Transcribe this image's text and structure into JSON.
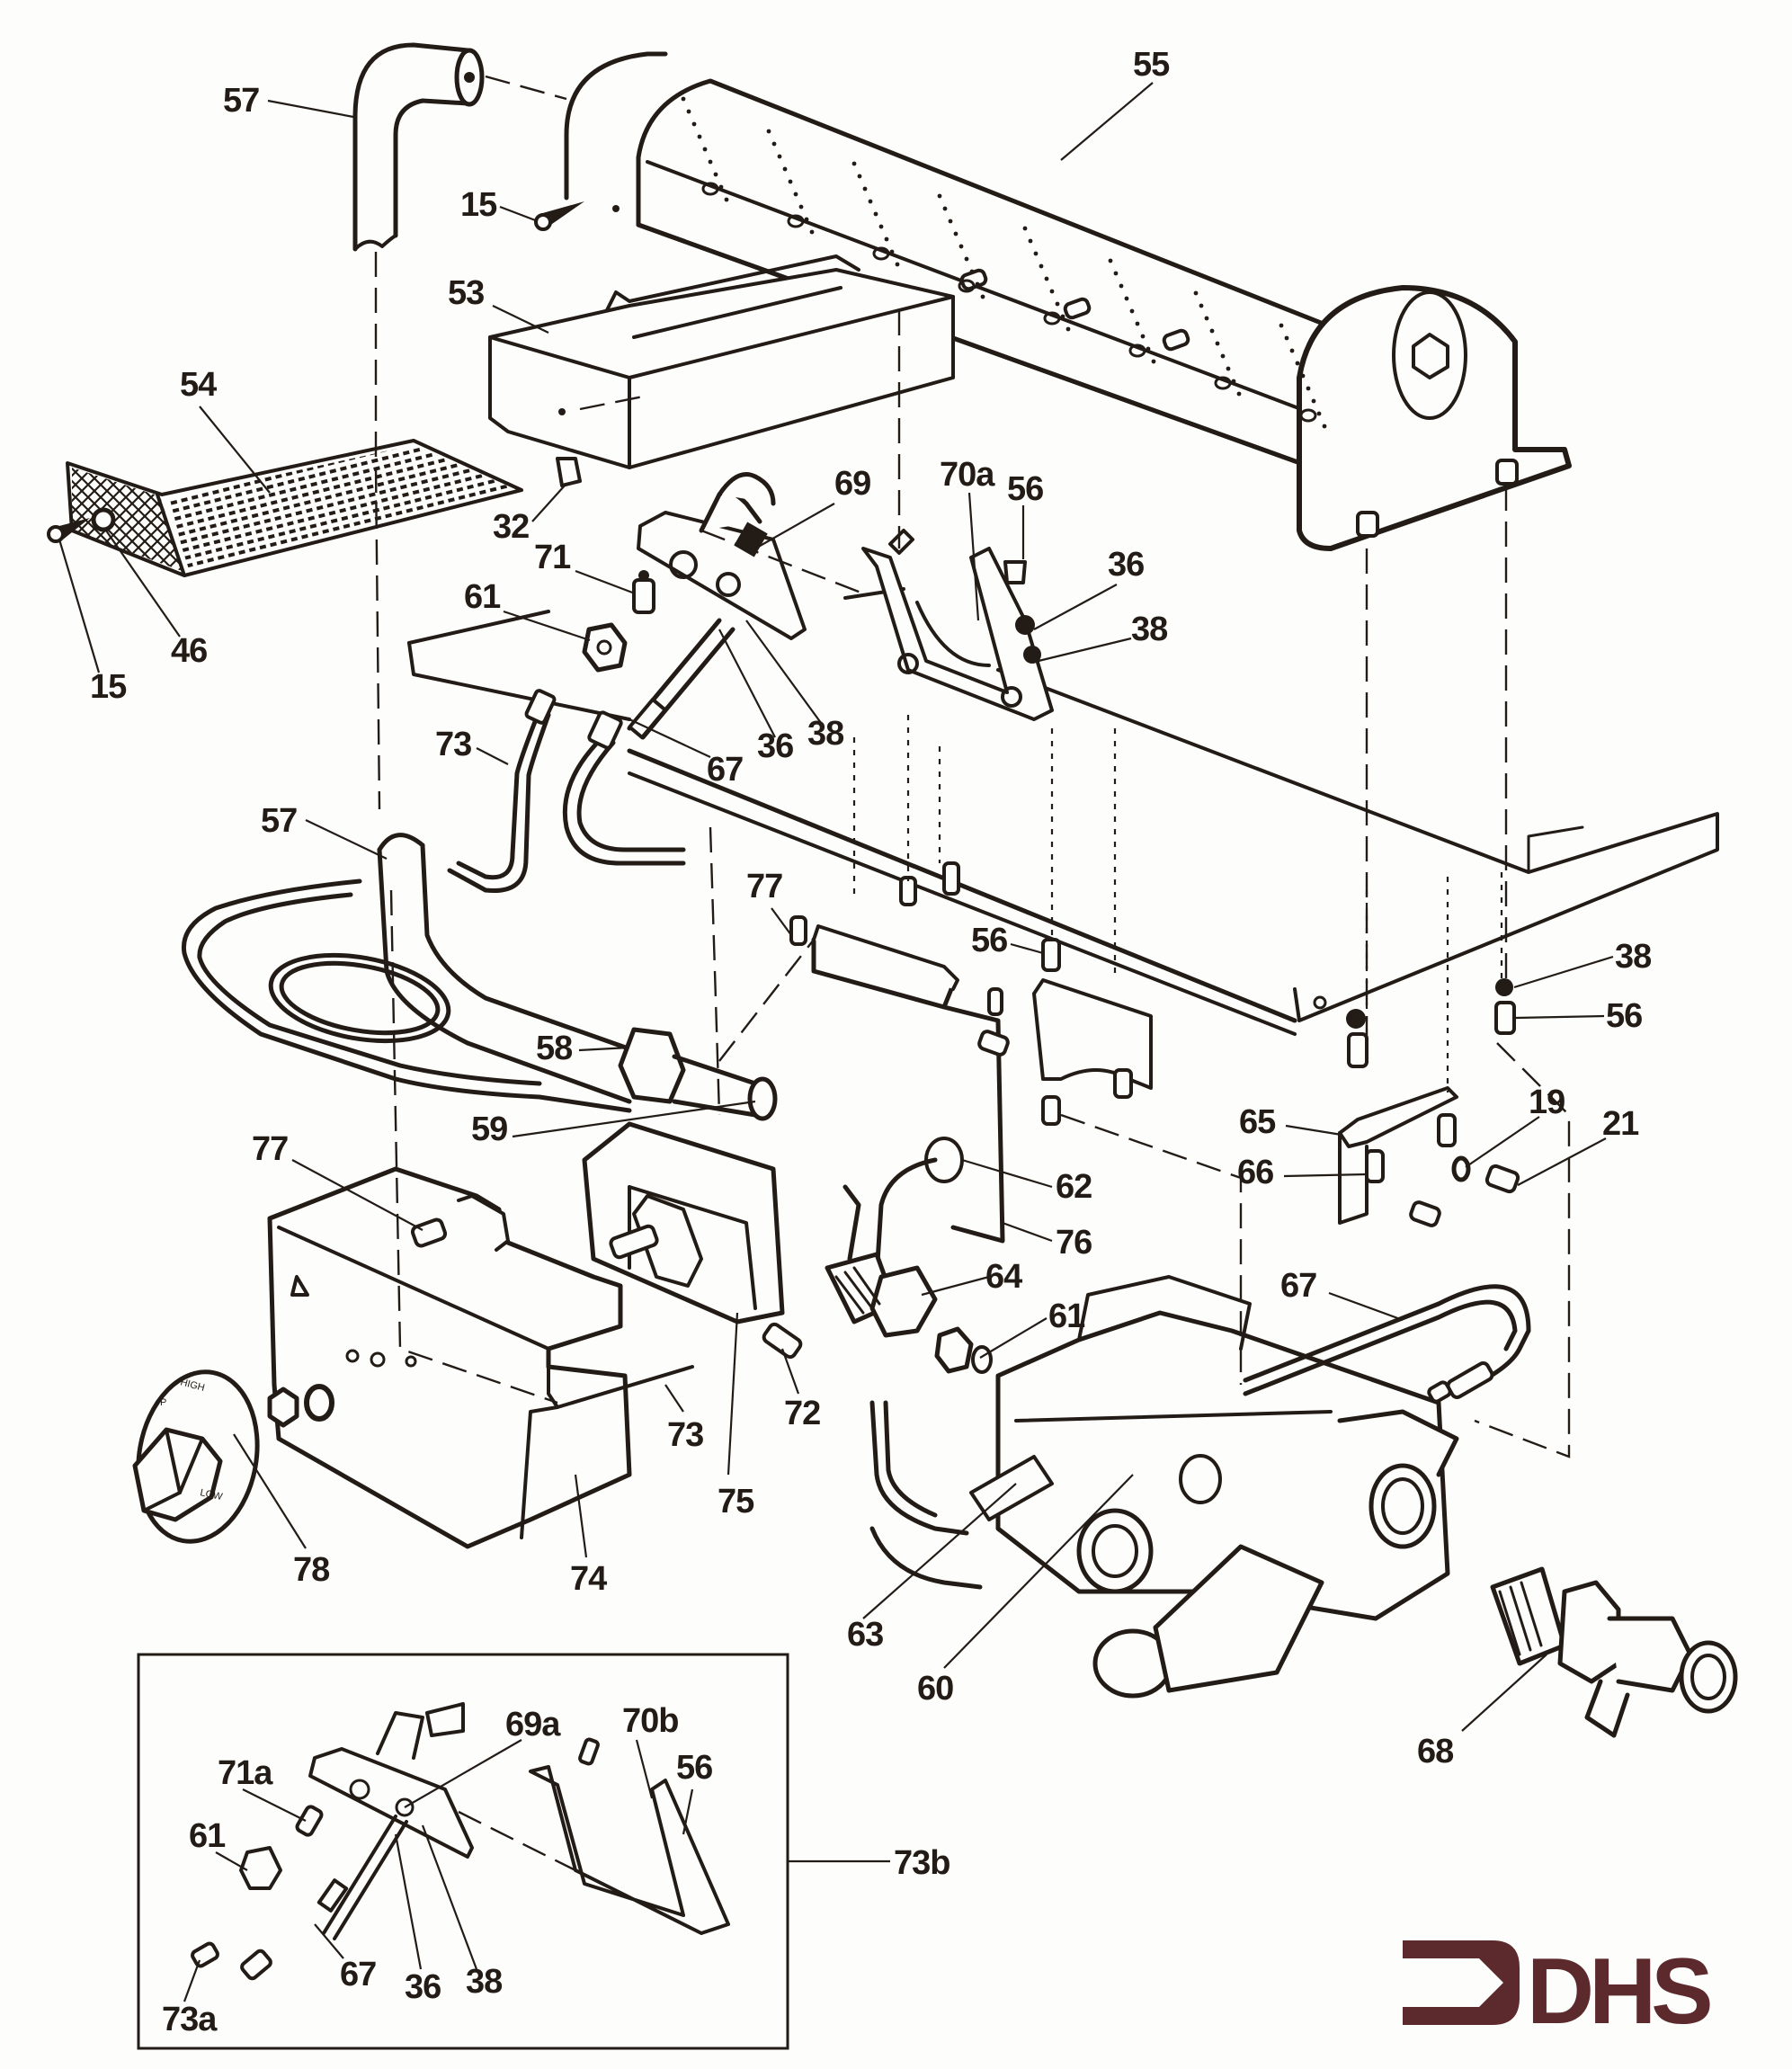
{
  "diagram": {
    "title": "Burner and gas control assembly — exploded parts view",
    "ink_color": "#231c16",
    "paper_color": "#fdfdfb",
    "callouts": [
      {
        "id": "c57a",
        "label": "57",
        "part": "pilot-tube-elbow"
      },
      {
        "id": "c55",
        "label": "55",
        "part": "burner"
      },
      {
        "id": "c15a",
        "label": "15",
        "part": "screw"
      },
      {
        "id": "c53",
        "label": "53",
        "part": "burner-box"
      },
      {
        "id": "c54",
        "label": "54",
        "part": "burner-screen"
      },
      {
        "id": "c32",
        "label": "32",
        "part": "clip"
      },
      {
        "id": "c69",
        "label": "69",
        "part": "pilot-assembly"
      },
      {
        "id": "c70a",
        "label": "70a",
        "part": "pilot-bracket"
      },
      {
        "id": "c56a",
        "label": "56",
        "part": "screw"
      },
      {
        "id": "c71",
        "label": "71",
        "part": "pilot-orifice"
      },
      {
        "id": "c36a",
        "label": "36",
        "part": "nut"
      },
      {
        "id": "c61a",
        "label": "61",
        "part": "fitting-nut"
      },
      {
        "id": "c38a",
        "label": "38",
        "part": "lock-washer"
      },
      {
        "id": "c15b",
        "label": "15",
        "part": "screw"
      },
      {
        "id": "c46",
        "label": "46",
        "part": "washer"
      },
      {
        "id": "c73a",
        "label": "73",
        "part": "pilot-tubing"
      },
      {
        "id": "c67a",
        "label": "67",
        "part": "thermocouple"
      },
      {
        "id": "c36b",
        "label": "36",
        "part": "nut"
      },
      {
        "id": "c38b",
        "label": "38",
        "part": "lock-washer"
      },
      {
        "id": "c57b",
        "label": "57",
        "part": "manifold-tube"
      },
      {
        "id": "c77a",
        "label": "77",
        "part": "screw"
      },
      {
        "id": "c56b",
        "label": "56",
        "part": "screw"
      },
      {
        "id": "c38c",
        "label": "38",
        "part": "lock-washer"
      },
      {
        "id": "c56c",
        "label": "56",
        "part": "screw"
      },
      {
        "id": "c58",
        "label": "58",
        "part": "manifold-nut"
      },
      {
        "id": "c59",
        "label": "59",
        "part": "orifice"
      },
      {
        "id": "c19",
        "label": "19",
        "part": "washer"
      },
      {
        "id": "c21",
        "label": "21",
        "part": "screw"
      },
      {
        "id": "c65",
        "label": "65",
        "part": "bracket"
      },
      {
        "id": "c66",
        "label": "66",
        "part": "clip"
      },
      {
        "id": "c77b",
        "label": "77",
        "part": "screw"
      },
      {
        "id": "c62",
        "label": "62",
        "part": "grommet"
      },
      {
        "id": "c76",
        "label": "76",
        "part": "control-bracket"
      },
      {
        "id": "c64",
        "label": "64",
        "part": "inlet-fitting"
      },
      {
        "id": "c67b",
        "label": "67",
        "part": "thermocouple"
      },
      {
        "id": "c61b",
        "label": "61",
        "part": "fitting-nut"
      },
      {
        "id": "c72",
        "label": "72",
        "part": "connector"
      },
      {
        "id": "c73b",
        "label": "73",
        "part": "pilot-tubing"
      },
      {
        "id": "c75",
        "label": "75",
        "part": "thermostat"
      },
      {
        "id": "c78",
        "label": "78",
        "part": "control-knob"
      },
      {
        "id": "c74",
        "label": "74",
        "part": "control-cover"
      },
      {
        "id": "c63",
        "label": "63",
        "part": "piezo-igniter"
      },
      {
        "id": "c60",
        "label": "60",
        "part": "gas-valve"
      },
      {
        "id": "c68",
        "label": "68",
        "part": "shutoff-valve"
      },
      {
        "id": "c73bb",
        "label": "73b",
        "part": "pilot-kit"
      }
    ],
    "inset": {
      "title": "Alternate pilot assembly (73b)",
      "callouts": [
        {
          "id": "i69a",
          "label": "69a",
          "part": "pilot-assembly"
        },
        {
          "id": "i70b",
          "label": "70b",
          "part": "pilot-bracket"
        },
        {
          "id": "i71a",
          "label": "71a",
          "part": "pilot-orifice"
        },
        {
          "id": "i56",
          "label": "56",
          "part": "screw"
        },
        {
          "id": "i61",
          "label": "61",
          "part": "fitting-nut"
        },
        {
          "id": "i67",
          "label": "67",
          "part": "thermocouple"
        },
        {
          "id": "i36",
          "label": "36",
          "part": "nut"
        },
        {
          "id": "i38",
          "label": "38",
          "part": "lock-washer"
        },
        {
          "id": "i73a",
          "label": "73a",
          "part": "pilot-tubing-fitting"
        }
      ]
    },
    "knob_dial": {
      "high": "HIGH",
      "low": "LOW",
      "pilot": "P"
    },
    "logo": {
      "text": "DHS",
      "color": "#5c2a2c"
    }
  }
}
